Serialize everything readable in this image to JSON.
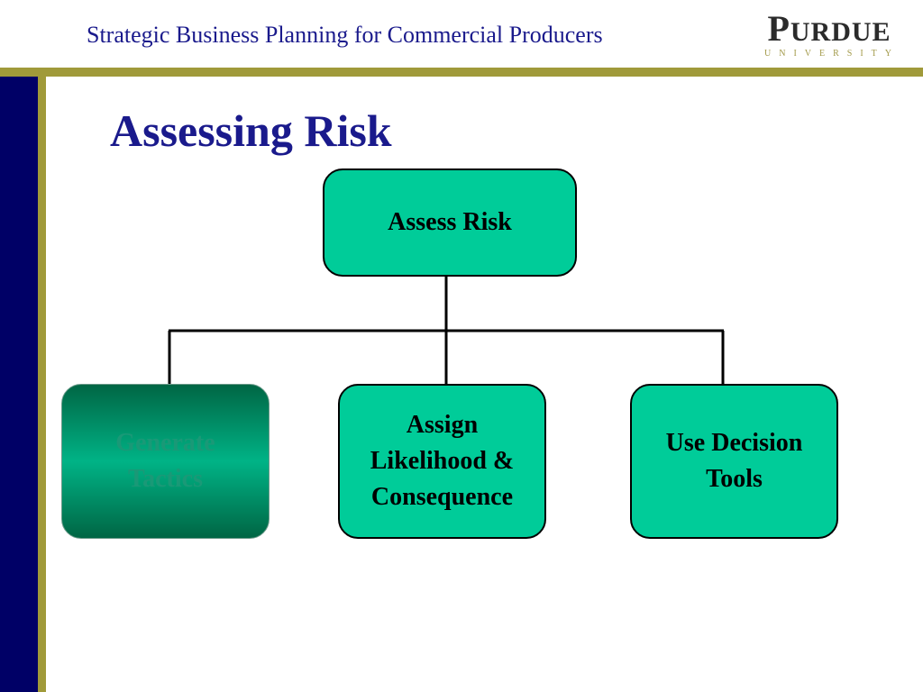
{
  "header": {
    "title": "Strategic Business Planning for Commercial Producers",
    "logo": {
      "name_first_letter": "P",
      "name_rest": "URDUE",
      "subtitle": "UNIVERSITY"
    }
  },
  "slide": {
    "title": "Assessing Risk"
  },
  "diagram": {
    "root": {
      "label": "Assess Risk"
    },
    "children": [
      {
        "label": "Generate\nTactics",
        "state": "highlighted"
      },
      {
        "label": "Assign\nLikelihood &\nConsequence"
      },
      {
        "label": "Use Decision\nTools"
      }
    ]
  },
  "colors": {
    "accent_navy": "#000066",
    "accent_gold": "#a09a3a",
    "title_blue": "#1a1a8c",
    "node_fill": "#00cc99",
    "node_highlight_dark": "#006644"
  }
}
